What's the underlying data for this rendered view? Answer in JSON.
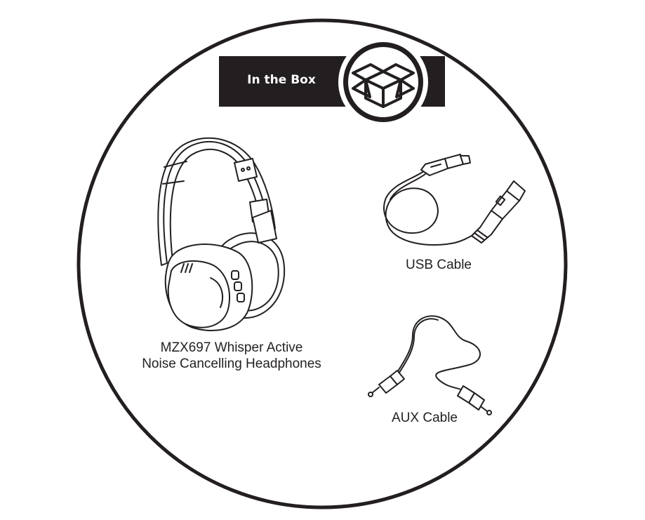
{
  "banner": {
    "title": "In the Box",
    "icon": "box-icon"
  },
  "items": [
    {
      "caption_line1": "MZX697 Whisper Active",
      "caption_line2": "Noise Cancelling Headphones",
      "icon": "headphones-icon"
    },
    {
      "caption": "USB Cable",
      "icon": "usb-cable-icon"
    },
    {
      "caption": "AUX Cable",
      "icon": "aux-cable-icon"
    }
  ],
  "colors": {
    "ink": "#231f20",
    "banner": "#231f20",
    "background": "#ffffff"
  }
}
